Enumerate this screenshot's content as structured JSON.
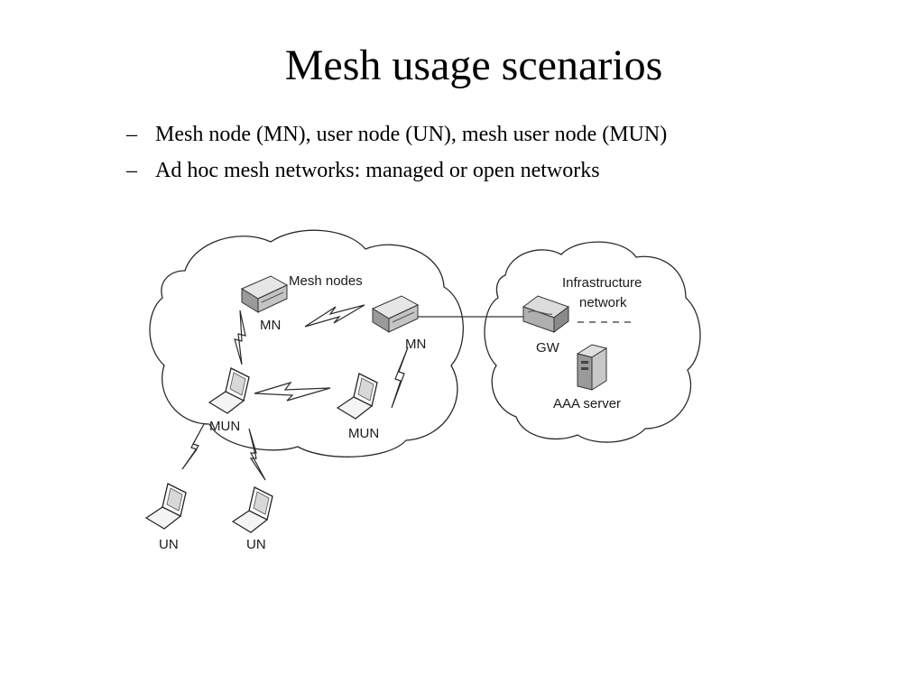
{
  "title": "Mesh usage scenarios",
  "bullets": [
    {
      "dash": "–",
      "text": "Mesh node (MN), user node (UN), mesh user node (MUN)"
    },
    {
      "dash": "–",
      "text": "Ad hoc mesh networks: managed or open networks"
    }
  ],
  "diagram": {
    "mesh_cloud_label": "Mesh nodes",
    "infra_cloud_label_line1": "Infrastructure",
    "infra_cloud_label_line2": "network",
    "mn1": "MN",
    "mn2": "MN",
    "gw": "GW",
    "aaa": "AAA server",
    "mun1": "MUN",
    "mun2": "MUN",
    "un1": "UN",
    "un2": "UN"
  }
}
